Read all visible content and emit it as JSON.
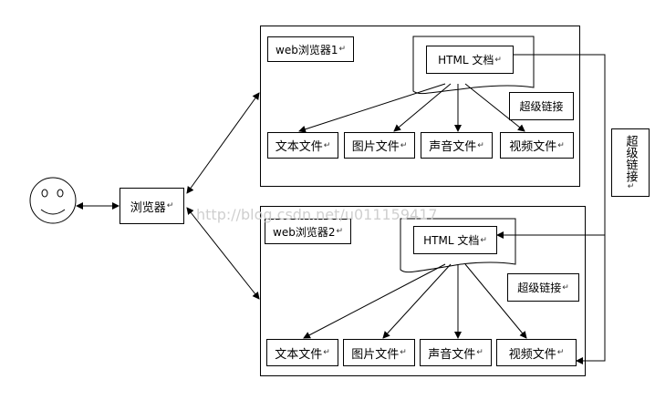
{
  "user": {
    "icon": "smiley-face-icon"
  },
  "browser": {
    "label": "浏览器"
  },
  "panel1": {
    "title": "web浏览器1",
    "html_doc": "HTML 文档",
    "hyperlink": "超级链接",
    "files": [
      "文本文件",
      "图片文件",
      "声音文件",
      "视频文件"
    ]
  },
  "panel2": {
    "title": "web浏览器2",
    "html_doc": "HTML 文档",
    "hyperlink": "超级链接",
    "files": [
      "文本文件",
      "图片文件",
      "声音文件",
      "视频文件"
    ]
  },
  "side_link": {
    "label": "超级链接"
  },
  "watermark": "http://blog.csdn.net/u011159417"
}
